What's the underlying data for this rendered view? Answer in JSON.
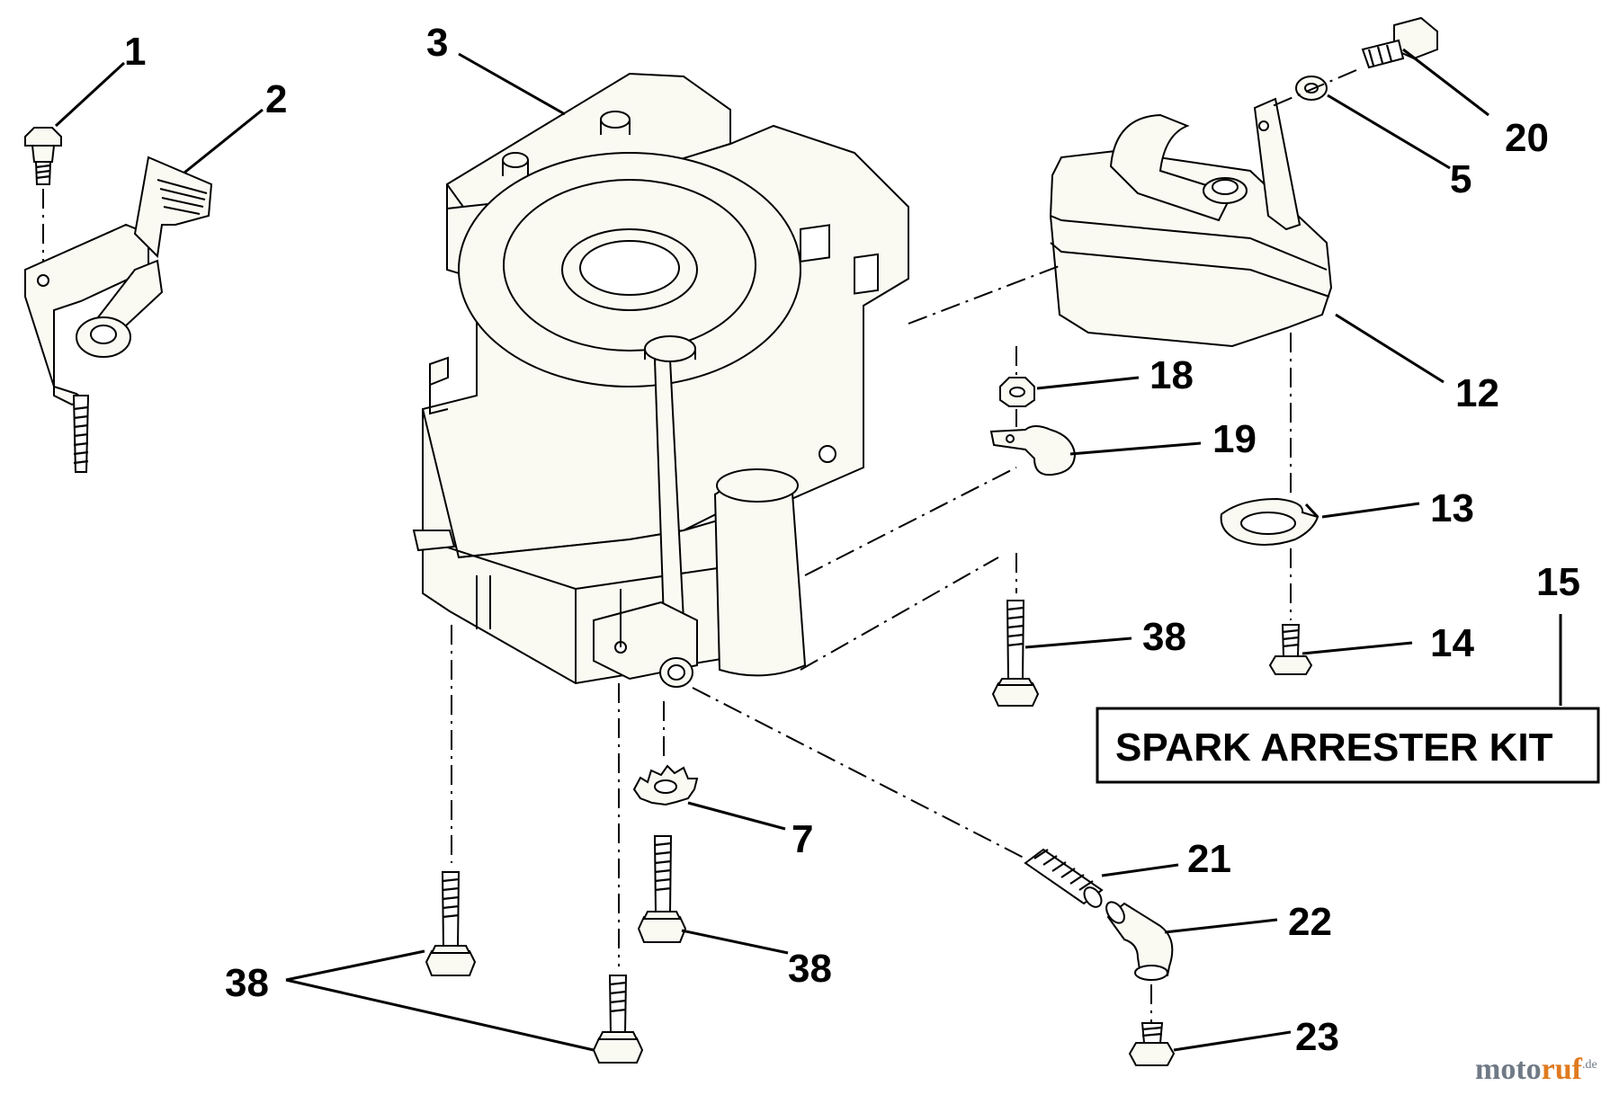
{
  "callouts": {
    "c1": "1",
    "c2": "2",
    "c3": "3",
    "c20": "20",
    "c5": "5",
    "c12": "12",
    "c18": "18",
    "c19": "19",
    "c13": "13",
    "c15": "15",
    "c38a": "38",
    "c14": "14",
    "c7": "7",
    "c38b": "38",
    "c21": "21",
    "c22": "22",
    "c38c": "38",
    "c23": "23"
  },
  "kit_label": "SPARK ARRESTER KIT",
  "watermark": {
    "part1": "moto",
    "part2": "ruf",
    "suffix": ".de"
  },
  "colors": {
    "line": "#000000",
    "part_fill": "#fafaf3",
    "watermark_grey": "#6f7a86",
    "watermark_orange": "#e07a1f"
  }
}
